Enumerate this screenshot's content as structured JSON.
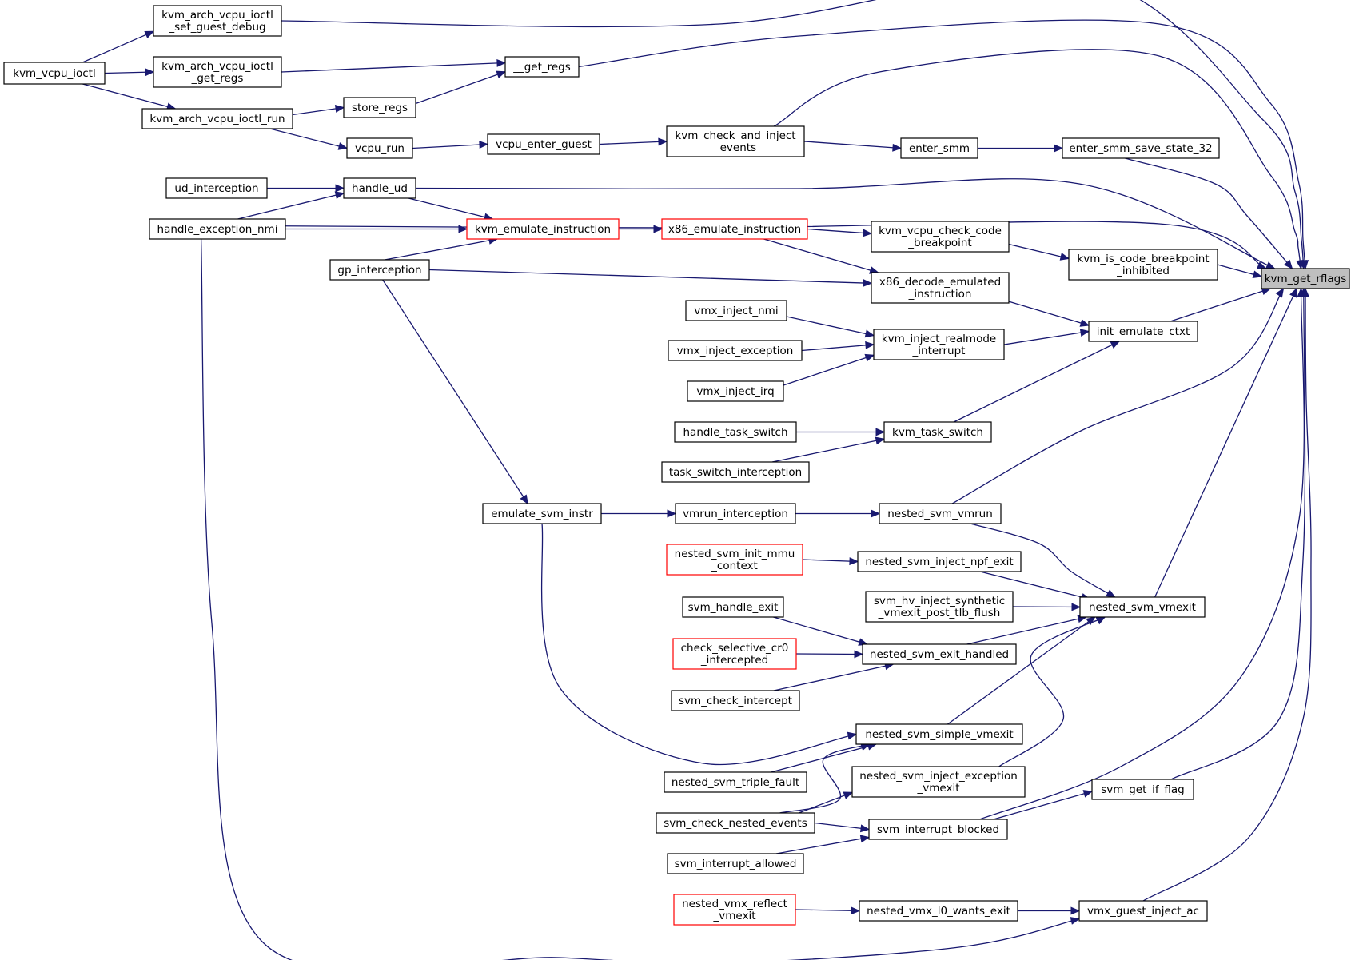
{
  "graph": {
    "title": "kvm_get_rflags caller graph",
    "colors": {
      "edge": "#191970",
      "node_border": "#000000",
      "node_border_truncated": "#ff0000",
      "node_fill": "#ffffff",
      "root_fill": "#bfbfbf"
    },
    "nodes": [
      {
        "id": "kvm_get_rflags",
        "lines": [
          "kvm_get_rflags"
        ],
        "style": "root"
      },
      {
        "id": "kvm_vcpu_ioctl",
        "lines": [
          "kvm_vcpu_ioctl"
        ],
        "style": "normal"
      },
      {
        "id": "kvm_arch_vcpu_ioctl_set_guest_debug",
        "lines": [
          "kvm_arch_vcpu_ioctl",
          "_set_guest_debug"
        ],
        "style": "normal"
      },
      {
        "id": "kvm_arch_vcpu_ioctl_get_regs",
        "lines": [
          "kvm_arch_vcpu_ioctl",
          "_get_regs"
        ],
        "style": "normal"
      },
      {
        "id": "kvm_arch_vcpu_ioctl_run",
        "lines": [
          "kvm_arch_vcpu_ioctl_run"
        ],
        "style": "normal"
      },
      {
        "id": "__get_regs",
        "lines": [
          "__get_regs"
        ],
        "style": "normal"
      },
      {
        "id": "store_regs",
        "lines": [
          "store_regs"
        ],
        "style": "normal"
      },
      {
        "id": "vcpu_run",
        "lines": [
          "vcpu_run"
        ],
        "style": "normal"
      },
      {
        "id": "vcpu_enter_guest",
        "lines": [
          "vcpu_enter_guest"
        ],
        "style": "normal"
      },
      {
        "id": "kvm_check_and_inject_events",
        "lines": [
          "kvm_check_and_inject",
          "_events"
        ],
        "style": "normal"
      },
      {
        "id": "enter_smm",
        "lines": [
          "enter_smm"
        ],
        "style": "normal"
      },
      {
        "id": "enter_smm_save_state_32",
        "lines": [
          "enter_smm_save_state_32"
        ],
        "style": "normal"
      },
      {
        "id": "ud_interception",
        "lines": [
          "ud_interception"
        ],
        "style": "normal"
      },
      {
        "id": "handle_ud",
        "lines": [
          "handle_ud"
        ],
        "style": "normal"
      },
      {
        "id": "handle_exception_nmi",
        "lines": [
          "handle_exception_nmi"
        ],
        "style": "normal"
      },
      {
        "id": "kvm_emulate_instruction",
        "lines": [
          "kvm_emulate_instruction"
        ],
        "style": "truncated"
      },
      {
        "id": "x86_emulate_instruction",
        "lines": [
          "x86_emulate_instruction"
        ],
        "style": "truncated"
      },
      {
        "id": "kvm_vcpu_check_code_breakpoint",
        "lines": [
          "kvm_vcpu_check_code",
          "_breakpoint"
        ],
        "style": "normal"
      },
      {
        "id": "kvm_is_code_breakpoint_inhibited",
        "lines": [
          "kvm_is_code_breakpoint",
          "_inhibited"
        ],
        "style": "normal"
      },
      {
        "id": "gp_interception",
        "lines": [
          "gp_interception"
        ],
        "style": "normal"
      },
      {
        "id": "x86_decode_emulated_instruction",
        "lines": [
          "x86_decode_emulated",
          "_instruction"
        ],
        "style": "normal"
      },
      {
        "id": "vmx_inject_nmi",
        "lines": [
          "vmx_inject_nmi"
        ],
        "style": "normal"
      },
      {
        "id": "vmx_inject_exception",
        "lines": [
          "vmx_inject_exception"
        ],
        "style": "normal"
      },
      {
        "id": "vmx_inject_irq",
        "lines": [
          "vmx_inject_irq"
        ],
        "style": "normal"
      },
      {
        "id": "kvm_inject_realmode_interrupt",
        "lines": [
          "kvm_inject_realmode",
          "_interrupt"
        ],
        "style": "normal"
      },
      {
        "id": "init_emulate_ctxt",
        "lines": [
          "init_emulate_ctxt"
        ],
        "style": "normal"
      },
      {
        "id": "handle_task_switch",
        "lines": [
          "handle_task_switch"
        ],
        "style": "normal"
      },
      {
        "id": "task_switch_interception",
        "lines": [
          "task_switch_interception"
        ],
        "style": "normal"
      },
      {
        "id": "kvm_task_switch",
        "lines": [
          "kvm_task_switch"
        ],
        "style": "normal"
      },
      {
        "id": "emulate_svm_instr",
        "lines": [
          "emulate_svm_instr"
        ],
        "style": "normal"
      },
      {
        "id": "vmrun_interception",
        "lines": [
          "vmrun_interception"
        ],
        "style": "normal"
      },
      {
        "id": "nested_svm_vmrun",
        "lines": [
          "nested_svm_vmrun"
        ],
        "style": "normal"
      },
      {
        "id": "nested_svm_init_mmu_context",
        "lines": [
          "nested_svm_init_mmu",
          "_context"
        ],
        "style": "truncated"
      },
      {
        "id": "nested_svm_inject_npf_exit",
        "lines": [
          "nested_svm_inject_npf_exit"
        ],
        "style": "normal"
      },
      {
        "id": "svm_handle_exit",
        "lines": [
          "svm_handle_exit"
        ],
        "style": "normal"
      },
      {
        "id": "svm_hv_inject_synthetic_vmexit_post_tlb_flush",
        "lines": [
          "svm_hv_inject_synthetic",
          "_vmexit_post_tlb_flush"
        ],
        "style": "normal"
      },
      {
        "id": "nested_svm_vmexit",
        "lines": [
          "nested_svm_vmexit"
        ],
        "style": "normal"
      },
      {
        "id": "check_selective_cr0_intercepted",
        "lines": [
          "check_selective_cr0",
          "_intercepted"
        ],
        "style": "truncated"
      },
      {
        "id": "nested_svm_exit_handled",
        "lines": [
          "nested_svm_exit_handled"
        ],
        "style": "normal"
      },
      {
        "id": "svm_check_intercept",
        "lines": [
          "svm_check_intercept"
        ],
        "style": "normal"
      },
      {
        "id": "nested_svm_simple_vmexit",
        "lines": [
          "nested_svm_simple_vmexit"
        ],
        "style": "normal"
      },
      {
        "id": "nested_svm_triple_fault",
        "lines": [
          "nested_svm_triple_fault"
        ],
        "style": "normal"
      },
      {
        "id": "nested_svm_inject_exception_vmexit",
        "lines": [
          "nested_svm_inject_exception",
          "_vmexit"
        ],
        "style": "normal"
      },
      {
        "id": "svm_check_nested_events",
        "lines": [
          "svm_check_nested_events"
        ],
        "style": "normal"
      },
      {
        "id": "svm_get_if_flag",
        "lines": [
          "svm_get_if_flag"
        ],
        "style": "normal"
      },
      {
        "id": "svm_interrupt_blocked",
        "lines": [
          "svm_interrupt_blocked"
        ],
        "style": "normal"
      },
      {
        "id": "svm_interrupt_allowed",
        "lines": [
          "svm_interrupt_allowed"
        ],
        "style": "normal"
      },
      {
        "id": "nested_vmx_reflect_vmexit",
        "lines": [
          "nested_vmx_reflect",
          "_vmexit"
        ],
        "style": "truncated"
      },
      {
        "id": "nested_vmx_l0_wants_exit",
        "lines": [
          "nested_vmx_l0_wants_exit"
        ],
        "style": "normal"
      },
      {
        "id": "vmx_guest_inject_ac",
        "lines": [
          "vmx_guest_inject_ac"
        ],
        "style": "normal"
      }
    ],
    "edges": [
      {
        "from": "kvm_vcpu_ioctl",
        "to": "kvm_arch_vcpu_ioctl_set_guest_debug"
      },
      {
        "from": "kvm_vcpu_ioctl",
        "to": "kvm_arch_vcpu_ioctl_get_regs"
      },
      {
        "from": "kvm_vcpu_ioctl",
        "to": "kvm_arch_vcpu_ioctl_run"
      },
      {
        "from": "kvm_arch_vcpu_ioctl_get_regs",
        "to": "__get_regs"
      },
      {
        "from": "kvm_arch_vcpu_ioctl_run",
        "to": "store_regs"
      },
      {
        "from": "kvm_arch_vcpu_ioctl_run",
        "to": "vcpu_run"
      },
      {
        "from": "store_regs",
        "to": "__get_regs"
      },
      {
        "from": "vcpu_run",
        "to": "vcpu_enter_guest"
      },
      {
        "from": "vcpu_enter_guest",
        "to": "kvm_check_and_inject_events"
      },
      {
        "from": "kvm_check_and_inject_events",
        "to": "enter_smm"
      },
      {
        "from": "enter_smm",
        "to": "enter_smm_save_state_32"
      },
      {
        "from": "ud_interception",
        "to": "handle_ud"
      },
      {
        "from": "handle_exception_nmi",
        "to": "handle_ud"
      },
      {
        "from": "handle_ud",
        "to": "kvm_emulate_instruction"
      },
      {
        "from": "handle_exception_nmi",
        "to": "kvm_emulate_instruction"
      },
      {
        "from": "gp_interception",
        "to": "kvm_emulate_instruction"
      },
      {
        "from": "kvm_emulate_instruction",
        "to": "x86_emulate_instruction"
      },
      {
        "from": "x86_emulate_instruction",
        "to": "kvm_vcpu_check_code_breakpoint"
      },
      {
        "from": "x86_emulate_instruction",
        "to": "x86_decode_emulated_instruction"
      },
      {
        "from": "kvm_vcpu_check_code_breakpoint",
        "to": "kvm_is_code_breakpoint_inhibited"
      },
      {
        "from": "gp_interception",
        "to": "x86_decode_emulated_instruction"
      },
      {
        "from": "gp_interception",
        "to": "emulate_svm_instr"
      },
      {
        "from": "x86_decode_emulated_instruction",
        "to": "init_emulate_ctxt"
      },
      {
        "from": "vmx_inject_nmi",
        "to": "kvm_inject_realmode_interrupt"
      },
      {
        "from": "vmx_inject_exception",
        "to": "kvm_inject_realmode_interrupt"
      },
      {
        "from": "vmx_inject_irq",
        "to": "kvm_inject_realmode_interrupt"
      },
      {
        "from": "kvm_inject_realmode_interrupt",
        "to": "init_emulate_ctxt"
      },
      {
        "from": "handle_task_switch",
        "to": "kvm_task_switch"
      },
      {
        "from": "task_switch_interception",
        "to": "kvm_task_switch"
      },
      {
        "from": "kvm_task_switch",
        "to": "init_emulate_ctxt"
      },
      {
        "from": "emulate_svm_instr",
        "to": "vmrun_interception"
      },
      {
        "from": "vmrun_interception",
        "to": "nested_svm_vmrun"
      },
      {
        "from": "nested_svm_vmrun",
        "to": "nested_svm_vmexit"
      },
      {
        "from": "nested_svm_init_mmu_context",
        "to": "nested_svm_inject_npf_exit"
      },
      {
        "from": "nested_svm_inject_npf_exit",
        "to": "nested_svm_vmexit"
      },
      {
        "from": "svm_hv_inject_synthetic_vmexit_post_tlb_flush",
        "to": "nested_svm_vmexit"
      },
      {
        "from": "svm_handle_exit",
        "to": "nested_svm_exit_handled"
      },
      {
        "from": "check_selective_cr0_intercepted",
        "to": "nested_svm_exit_handled"
      },
      {
        "from": "svm_check_intercept",
        "to": "nested_svm_exit_handled"
      },
      {
        "from": "nested_svm_exit_handled",
        "to": "nested_svm_vmexit"
      },
      {
        "from": "emulate_svm_instr",
        "to": "nested_svm_simple_vmexit"
      },
      {
        "from": "nested_svm_triple_fault",
        "to": "nested_svm_simple_vmexit"
      },
      {
        "from": "svm_check_nested_events",
        "to": "nested_svm_simple_vmexit"
      },
      {
        "from": "nested_svm_simple_vmexit",
        "to": "nested_svm_vmexit"
      },
      {
        "from": "svm_check_nested_events",
        "to": "nested_svm_inject_exception_vmexit"
      },
      {
        "from": "nested_svm_inject_exception_vmexit",
        "to": "nested_svm_vmexit"
      },
      {
        "from": "svm_check_nested_events",
        "to": "svm_interrupt_blocked"
      },
      {
        "from": "svm_interrupt_allowed",
        "to": "svm_interrupt_blocked"
      },
      {
        "from": "svm_interrupt_blocked",
        "to": "svm_get_if_flag"
      },
      {
        "from": "nested_vmx_reflect_vmexit",
        "to": "nested_vmx_l0_wants_exit"
      },
      {
        "from": "nested_vmx_l0_wants_exit",
        "to": "vmx_guest_inject_ac"
      },
      {
        "from": "handle_exception_nmi",
        "to": "vmx_guest_inject_ac"
      },
      {
        "from": "kvm_arch_vcpu_ioctl_set_guest_debug",
        "to": "kvm_get_rflags"
      },
      {
        "from": "__get_regs",
        "to": "kvm_get_rflags"
      },
      {
        "from": "kvm_check_and_inject_events",
        "to": "kvm_get_rflags"
      },
      {
        "from": "enter_smm_save_state_32",
        "to": "kvm_get_rflags"
      },
      {
        "from": "handle_ud",
        "to": "kvm_get_rflags"
      },
      {
        "from": "handle_exception_nmi",
        "to": "kvm_get_rflags"
      },
      {
        "from": "kvm_is_code_breakpoint_inhibited",
        "to": "kvm_get_rflags"
      },
      {
        "from": "init_emulate_ctxt",
        "to": "kvm_get_rflags"
      },
      {
        "from": "nested_svm_vmrun",
        "to": "kvm_get_rflags"
      },
      {
        "from": "nested_svm_vmexit",
        "to": "kvm_get_rflags"
      },
      {
        "from": "svm_interrupt_blocked",
        "to": "kvm_get_rflags"
      },
      {
        "from": "svm_get_if_flag",
        "to": "kvm_get_rflags"
      },
      {
        "from": "vmx_guest_inject_ac",
        "to": "kvm_get_rflags"
      }
    ]
  }
}
